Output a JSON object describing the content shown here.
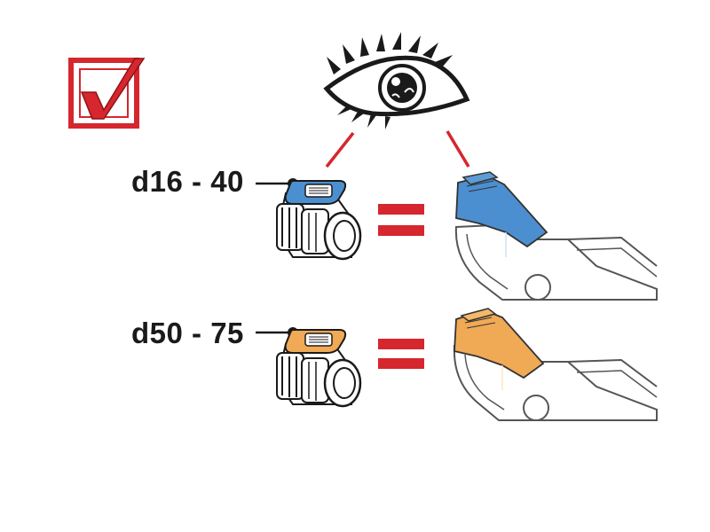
{
  "rows": [
    {
      "label": "d16 - 40",
      "color_name": "blue"
    },
    {
      "label": "d50 - 75",
      "color_name": "orange"
    }
  ],
  "colors": {
    "check_red": "#d6262e",
    "equals_red": "#d6262e",
    "line_red": "#d6262e",
    "blue": "#4b8fd0",
    "orange": "#f0a955",
    "outline": "#1a1a1a"
  },
  "icons": {
    "check": "checkbox-checked-icon",
    "eye": "eye-icon",
    "equals": "equals-icon",
    "connector": "fitting-connector-icon",
    "tool": "press-tool-jaw-icon"
  }
}
